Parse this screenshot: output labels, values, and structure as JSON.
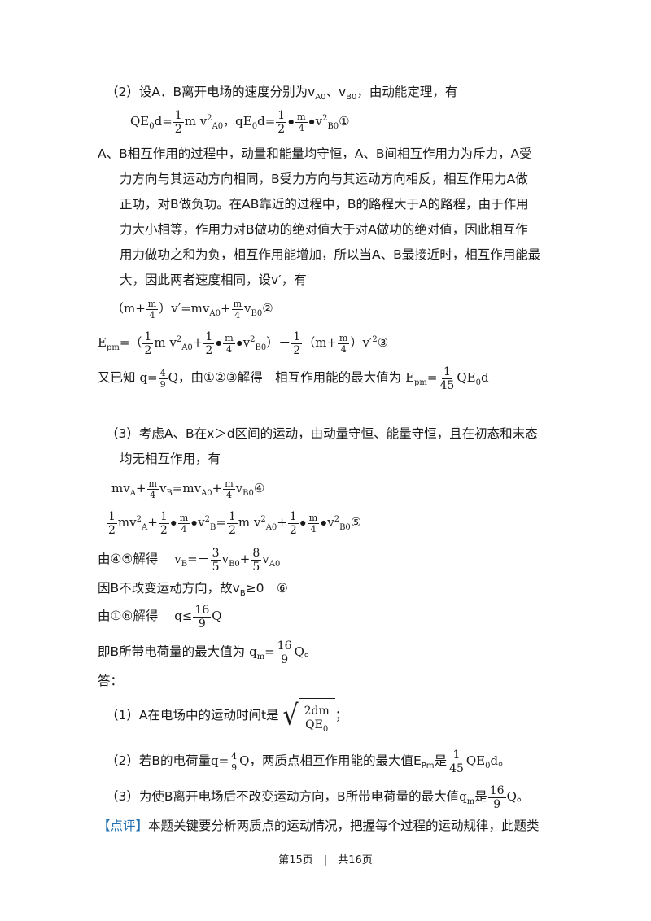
{
  "part2": {
    "intro": "（2）设A．B离开电场的速度分别为v",
    "intro_sub1": "A0",
    "intro_sep": "、v",
    "intro_sub2": "B0",
    "intro_end": "，由动能定理，有"
  },
  "analysis_lines": [
    "A、B相互作用的过程中，动量和能量均守恒，A、B间相互作用力为斥力，A受",
    "力方向与其运动方向相同，B受力方向与其运动方向相反，相互作用力A做",
    "正功，对B做负功。在AB靠近的过程中，B的路程大于A的路程，由于作用",
    "力大小相等，作用力对B做功的绝对值大于对A做功的绝对值，因此相互作",
    "用力做功之和为负，相互作用能增加，所以当A、B最接近时，相互作用能最",
    "大，因此两者速度相同，设v′，有"
  ],
  "known": {
    "prefix": "又已知",
    "middle": "，由①②③解得　相互作用能的最大值为"
  },
  "part3": {
    "line1": "（3）考虑A、B在x＞d区间的运动，由动量守恒、能量守恒，且在初态和末态",
    "line2": "均无相互作用，有"
  },
  "solve45": "由④⑤解得",
  "direction": {
    "text": "因B不改变运动方向，故v",
    "sub": "B",
    "rest": "≥0　⑥"
  },
  "solve16": "由①⑥解得",
  "max_charge": "即B所带电荷量的最大值为",
  "answer_label": "答：",
  "answers": {
    "a1": "（1）A在电场中的运动时间t是",
    "a2_pre": "（2）若B的电荷量",
    "a2_mid": "，两质点相互作用能的最大值E",
    "a2_sub": "Pm",
    "a2_post": "是",
    "a3_pre": "（3）为使B离开电场后不改变运动方向，B所带电荷量的最大值",
    "a3_post": "是"
  },
  "comment": {
    "tag": "【点评】",
    "text": "本题关键要分析两质点的运动情况，把握每个过程的运动规律，此题类"
  },
  "footer": "第15页　|　共16页",
  "colors": {
    "tag": "#1f6fb2",
    "text": "#1a1a1a"
  }
}
